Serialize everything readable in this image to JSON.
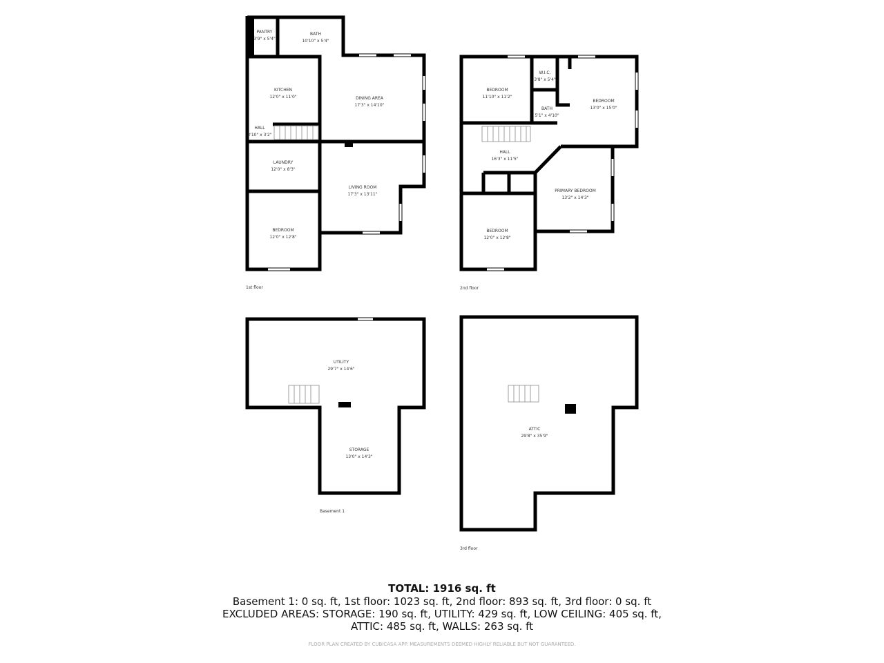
{
  "floors": [
    {
      "name": "1st floor",
      "rooms": [
        {
          "name": "PANTRY",
          "size": "3'9\" x 5'4\""
        },
        {
          "name": "BATH",
          "size": "10'10\" x 5'4\""
        },
        {
          "name": "KITCHEN",
          "size": "12'0\" x 11'0\""
        },
        {
          "name": "DINING AREA",
          "size": "17'3\" x 14'10\""
        },
        {
          "name": "HALL",
          "size": "3'10\" x 3'2\""
        },
        {
          "name": "LAUNDRY",
          "size": "12'0\" x 8'3\""
        },
        {
          "name": "LIVING ROOM",
          "size": "17'3\" x 13'11\""
        },
        {
          "name": "BEDROOM",
          "size": "12'0\" x 12'8\""
        }
      ]
    },
    {
      "name": "2nd floor",
      "rooms": [
        {
          "name": "BEDROOM",
          "size": "11'10\" x 11'2\""
        },
        {
          "name": "W.I.C.",
          "size": "3'8\" x 5'4\""
        },
        {
          "name": "BATH",
          "size": "5'1\" x 4'10\""
        },
        {
          "name": "BEDROOM",
          "size": "13'0\" x 15'0\""
        },
        {
          "name": "HALL",
          "size": "16'3\" x 11'5\""
        },
        {
          "name": "PRIMARY BEDROOM",
          "size": "13'2\" x 14'3\""
        },
        {
          "name": "BEDROOM",
          "size": "12'0\" x 12'8\""
        }
      ]
    },
    {
      "name": "Basement 1",
      "rooms": [
        {
          "name": "UTILITY",
          "size": "29'7\" x 14'6\""
        },
        {
          "name": "STORAGE",
          "size": "13'0\" x 14'3\""
        }
      ]
    },
    {
      "name": "3rd floor",
      "rooms": [
        {
          "name": "ATTIC",
          "size": "29'8\" x 35'9\""
        }
      ]
    }
  ],
  "summary": {
    "total": "TOTAL: 1916 sq. ft",
    "line1": "Basement 1: 0 sq. ft, 1st floor: 1023 sq. ft, 2nd floor: 893 sq. ft, 3rd floor: 0 sq. ft",
    "line2": "EXCLUDED AREAS: STORAGE: 190 sq. ft, UTILITY: 429 sq. ft, LOW CEILING: 405 sq. ft,",
    "line3": "ATTIC: 485 sq. ft, WALLS: 263 sq. ft",
    "disclaimer": "FLOOR PLAN CREATED BY CUBICASA APP. MEASUREMENTS DEEMED HIGHLY RELIABLE BUT NOT GUARANTEED."
  }
}
